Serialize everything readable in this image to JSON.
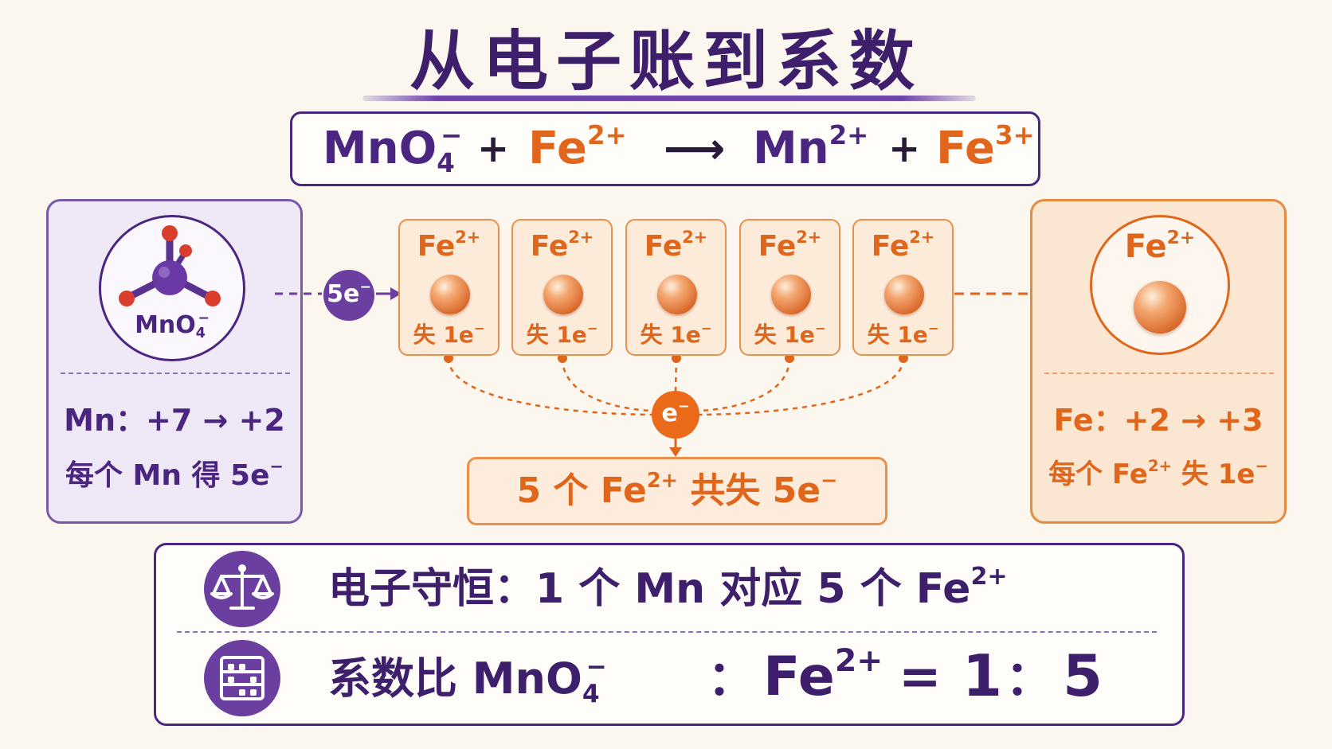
{
  "title": "从电子账到系数",
  "equation": {
    "reactant1": {
      "base": "MnO",
      "sub": "4",
      "charge": "−"
    },
    "plus1": "+",
    "reactant2": {
      "base": "Fe",
      "charge": "2+"
    },
    "arrow": "⟶",
    "product1": {
      "base": "Mn",
      "charge": "2+"
    },
    "plus2": "+",
    "product2": {
      "base": "Fe",
      "charge": "3+"
    }
  },
  "left_panel": {
    "molecule_label": {
      "base": "MnO",
      "sub": "4",
      "charge": "−"
    },
    "oxidation_change": "Mn：+7 → +2",
    "gain_text": "每个 Mn 得 5e",
    "gain_charge": "−"
  },
  "transfer_badge": {
    "text": "5e",
    "charge": "−"
  },
  "fe_boxes": [
    {
      "base": "Fe",
      "charge": "2+",
      "lose": "失 1e",
      "lose_charge": "−"
    },
    {
      "base": "Fe",
      "charge": "2+",
      "lose": "失 1e",
      "lose_charge": "−"
    },
    {
      "base": "Fe",
      "charge": "2+",
      "lose": "失 1e",
      "lose_charge": "−"
    },
    {
      "base": "Fe",
      "charge": "2+",
      "lose": "失 1e",
      "lose_charge": "−"
    },
    {
      "base": "Fe",
      "charge": "2+",
      "lose": "失 1e",
      "lose_charge": "−"
    }
  ],
  "electron_node": {
    "text": "e",
    "charge": "−"
  },
  "total": {
    "prefix": "5 个 Fe",
    "charge": "2+",
    "suffix": " 共失 5e",
    "suffix_charge": "−"
  },
  "right_panel": {
    "ion_label": {
      "base": "Fe",
      "charge": "2+"
    },
    "oxidation_change": "Fe：+2 → +3",
    "lose_prefix": "每个 Fe",
    "lose_charge": "2+",
    "lose_suffix": " 失 1e",
    "lose_suffix_charge": "−"
  },
  "bottom": {
    "conservation_icon": "balance-scale-icon",
    "conservation_text": "电子守恒：1 个 Mn 对应 5 个 Fe",
    "conservation_charge": "2+",
    "ratio_icon": "abacus-icon",
    "ratio_prefix": "系数比 MnO",
    "ratio_sub": "4",
    "ratio_charge": "−",
    "ratio_colon1": "：",
    "ratio_fe": "Fe",
    "ratio_fe_charge": "2+",
    "ratio_equals": "=",
    "ratio_left": "1",
    "ratio_colon2": "：",
    "ratio_right": "5"
  },
  "colors": {
    "purple": "#4a2680",
    "orange": "#e0661c",
    "background": "#fbf6ee"
  }
}
